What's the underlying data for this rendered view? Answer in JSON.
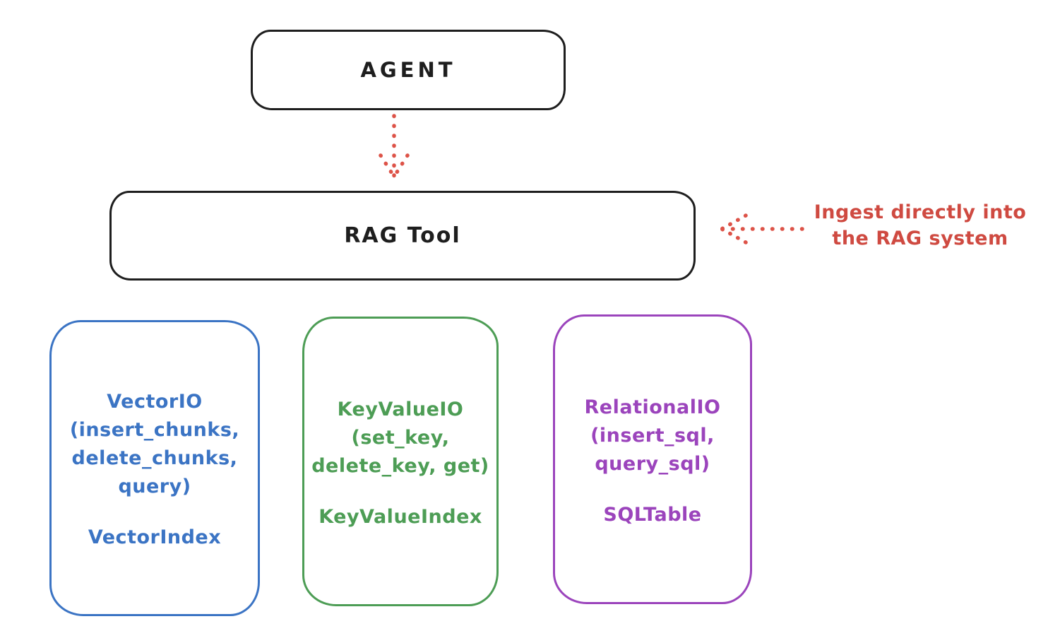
{
  "colors": {
    "ink": "#1e1e1e",
    "red": "#cf4a41",
    "red_arrow": "#dd5348",
    "blue": "#3b74c4",
    "green": "#4d9d55",
    "purple": "#9b44bc"
  },
  "agent": {
    "label": "AGENT"
  },
  "rag_tool": {
    "label": "RAG Tool"
  },
  "annotation": {
    "text": "Ingest directly into\nthe RAG system"
  },
  "cards": [
    {
      "id": "vector-io",
      "io_label": "VectorIO\n(insert_chunks,\ndelete_chunks,\nquery)",
      "index_label": "VectorIndex"
    },
    {
      "id": "keyvalue-io",
      "io_label": "KeyValueIO\n(set_key,\ndelete_key, get)",
      "index_label": "KeyValueIndex"
    },
    {
      "id": "relational-io",
      "io_label": "RelationalIO\n(insert_sql,\nquery_sql)",
      "index_label": "SQLTable"
    }
  ]
}
